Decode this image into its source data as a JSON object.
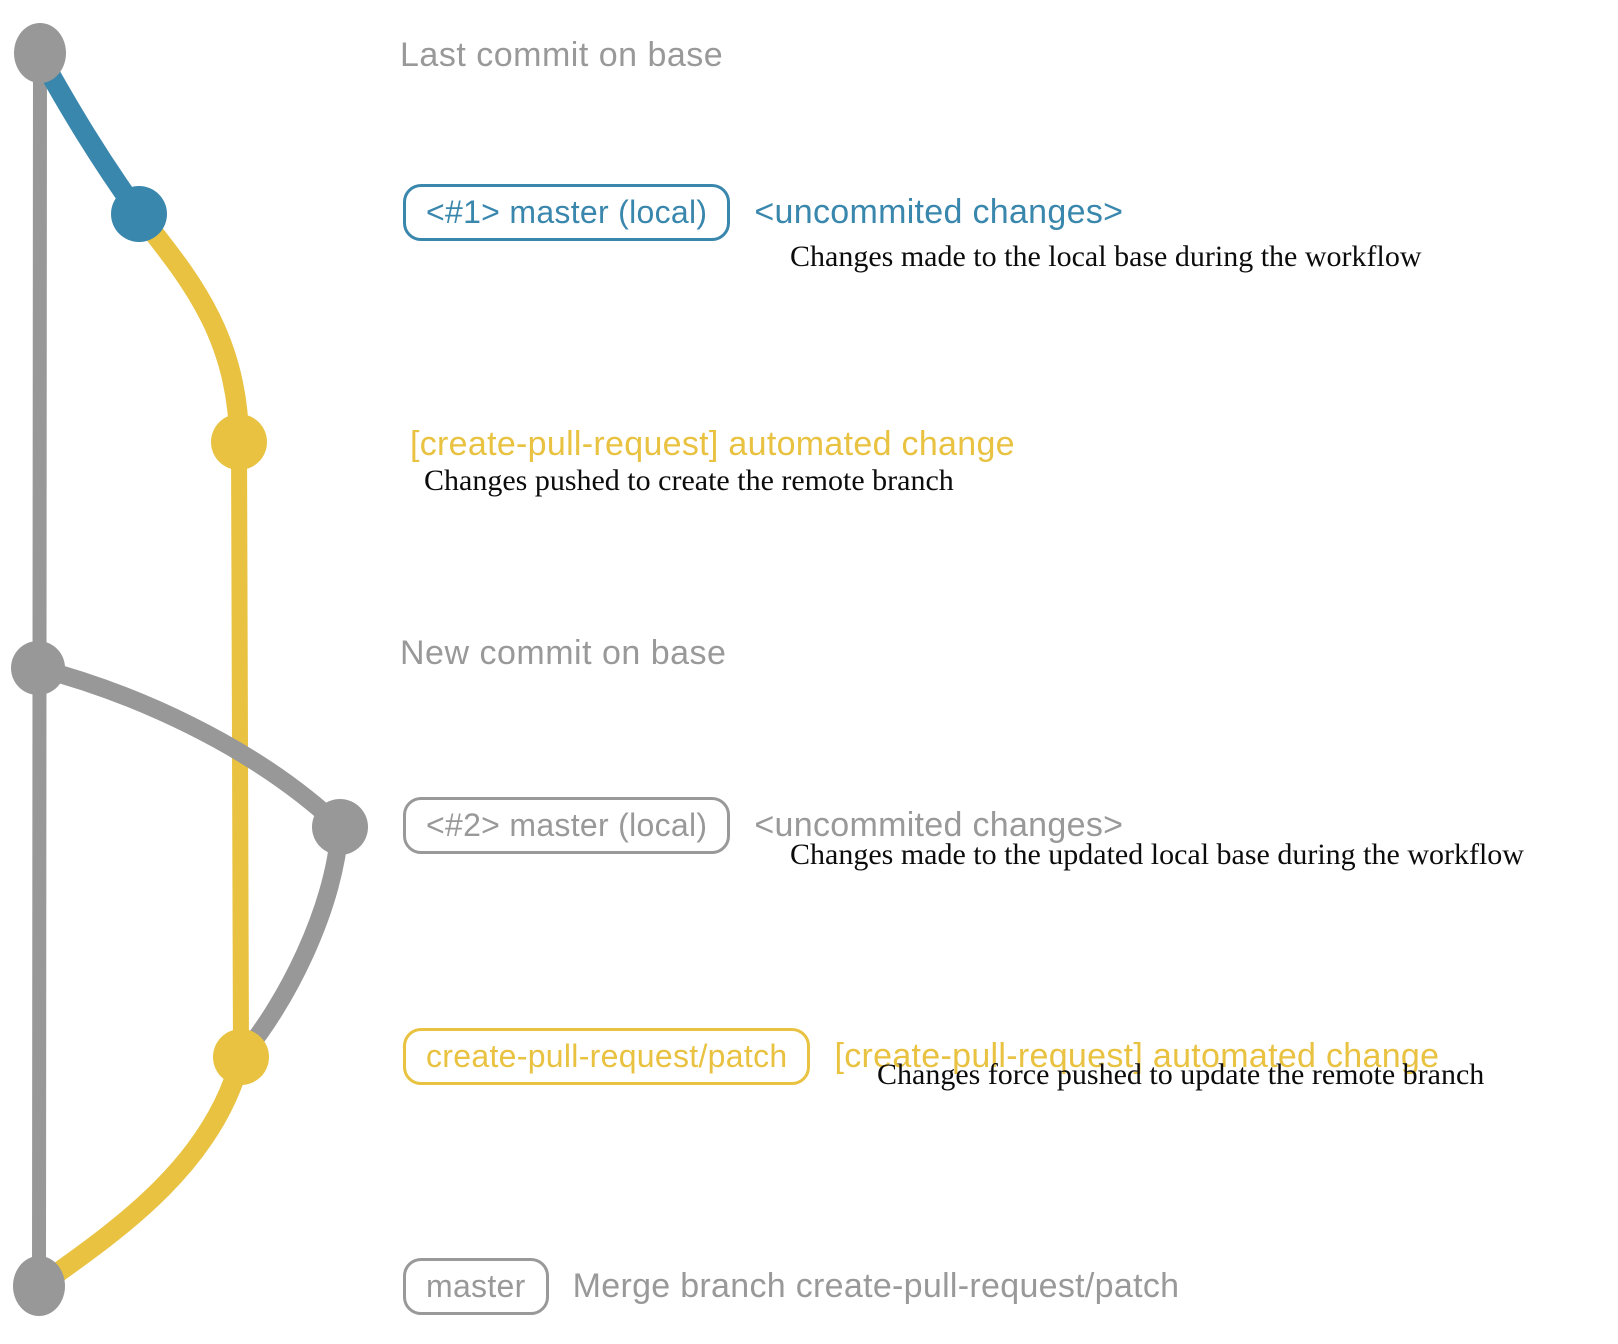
{
  "colors": {
    "blue": "#3a87ad",
    "yellow": "#e8c240",
    "gray": "#999999",
    "line-gray": "#989898",
    "ink": "#0c0c0c",
    "bg": "#ffffff"
  },
  "graph": {
    "commit_dots": [
      "last-commit-on-base",
      "local-master-1",
      "create-pull-request-automated-change-1",
      "new-commit-on-base",
      "local-master-2",
      "create-pull-request-patch",
      "merge-commit"
    ]
  },
  "annotations": {
    "row1": {
      "label": "Last commit on base"
    },
    "row2": {
      "badge": "<#1> master (local)",
      "note": "<uncommited changes>",
      "desc": "Changes made to the local base during the workflow"
    },
    "row3": {
      "note": "[create-pull-request] automated change",
      "desc": "Changes pushed to create the remote branch"
    },
    "row4": {
      "label": "New commit on base"
    },
    "row5": {
      "badge": "<#2> master (local)",
      "note": "<uncommited changes>",
      "desc": "Changes made to the updated local base during the workflow"
    },
    "row6": {
      "badge": "create-pull-request/patch",
      "note": "[create-pull-request] automated change",
      "desc": "Changes force pushed to update the remote branch"
    },
    "row7": {
      "badge": "master",
      "note": "Merge branch create-pull-request/patch"
    }
  }
}
